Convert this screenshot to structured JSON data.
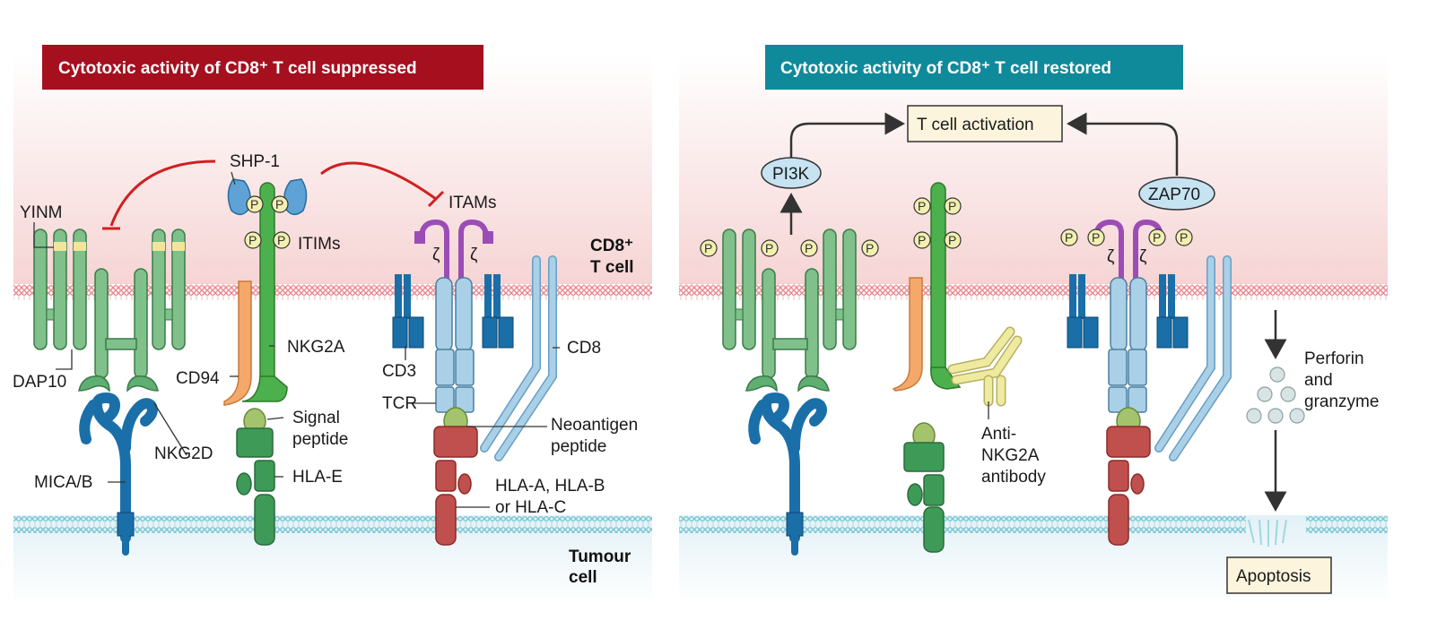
{
  "panels": {
    "left": {
      "title": "Cytotoxic activity of CD8⁺ T cell suppressed",
      "title_color": "#a50f1e",
      "labels": {
        "yinm": "YINM",
        "shp1": "SHP-1",
        "itims": "ITIMs",
        "itams": "ITAMs",
        "dap10": "DAP10",
        "cd94": "CD94",
        "nkg2a": "NKG2A",
        "nkg2d": "NKG2D",
        "mica": "MICA/B",
        "signal1": "Signal",
        "signal2": "peptide",
        "hlae": "HLA-E",
        "cd3": "CD3",
        "tcr": "TCR",
        "cd8": "CD8",
        "neo1": "Neoantigen",
        "neo2": "peptide",
        "hla1": "HLA-A, HLA-B",
        "hla2": "or HLA-C",
        "zeta": "ζ"
      },
      "cell_labels": {
        "tcell1": "CD8⁺",
        "tcell2": "T cell",
        "tumour1": "Tumour",
        "tumour2": "cell"
      }
    },
    "right": {
      "title": "Cytotoxic activity of CD8⁺ T cell restored",
      "title_color": "#0f8a9b",
      "labels": {
        "activation": "T cell activation",
        "pi3k": "PI3K",
        "zap70": "ZAP70",
        "perforin1": "Perforin",
        "perforin2": "and",
        "perforin3": "granzyme",
        "antibody1": "Anti-",
        "antibody2": "NKG2A",
        "antibody3": "antibody",
        "apoptosis": "Apoptosis",
        "zeta": "ζ"
      }
    }
  },
  "phospho_label": "P",
  "colors": {
    "green": "#7fc08b",
    "dark_green": "#3e9a57",
    "blue": "#1a6fa8",
    "light_blue": "#a9d0e6",
    "orange": "#f4a96a",
    "red_mhc": "#c0504d",
    "purple": "#9b4db5",
    "yellow_p": "#f2efb0",
    "inhibit_red": "#d02020"
  }
}
